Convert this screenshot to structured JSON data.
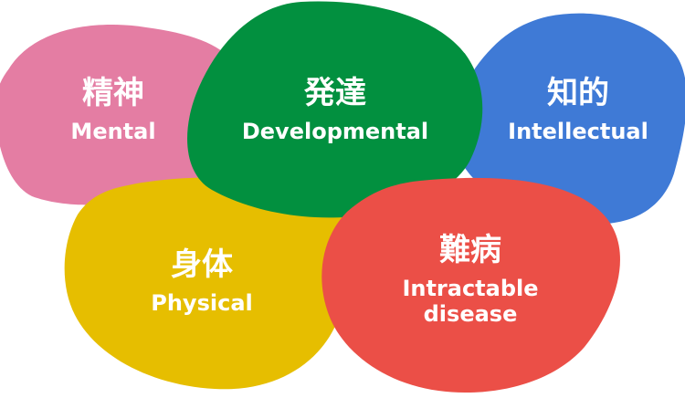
{
  "categories": [
    {
      "id": "mental",
      "jp": "精神",
      "en": "Mental",
      "color": "#E47DA3"
    },
    {
      "id": "developmental",
      "jp": "発達",
      "en": "Developmental",
      "color": "#02903F"
    },
    {
      "id": "intellectual",
      "jp": "知的",
      "en": "Intellectual",
      "color": "#3F7AD6"
    },
    {
      "id": "physical",
      "jp": "身体",
      "en": "Physical",
      "color": "#E6BE00"
    },
    {
      "id": "intractable",
      "jp": "難病",
      "en": "Intractable disease",
      "color": "#EB4F47"
    }
  ]
}
